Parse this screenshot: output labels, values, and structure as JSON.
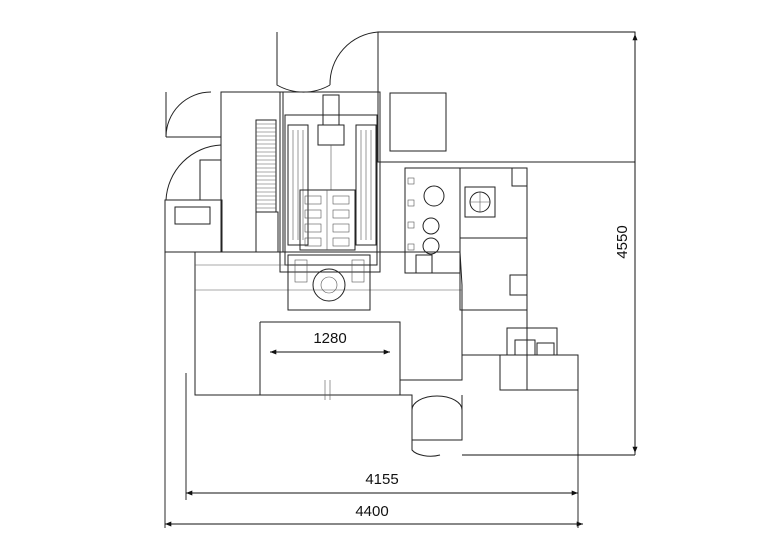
{
  "dimensions": {
    "inner_width": "1280",
    "overall_width_1": "4155",
    "overall_width_2": "4400",
    "overall_depth": "4550"
  },
  "colors": {
    "line": "#222222",
    "background": "#ffffff"
  }
}
